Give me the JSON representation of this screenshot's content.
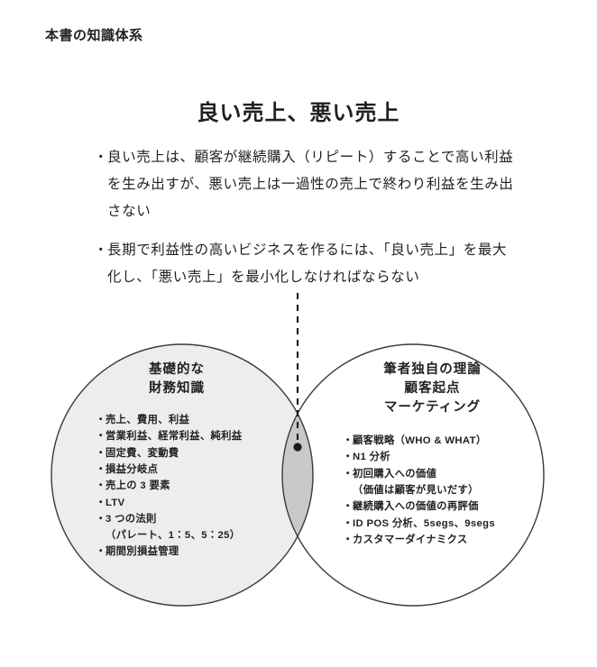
{
  "page": {
    "header": "本書の知識体系",
    "title": "良い売上、悪い売上"
  },
  "intro": {
    "marker": "・",
    "items": [
      "良い売上は、顧客が継続購入（リピート）することで高い利益を生み出すが、悪い売上は一過性の売上で終わり利益を生み出さない",
      "長期で利益性の高いビジネスを作るには、「良い売上」を最大化し、「悪い売上」を最小化しなければならない"
    ]
  },
  "venn": {
    "marker": "・",
    "colors": {
      "stroke": "#3a3a3a",
      "left_fill": "#ededed",
      "right_fill": "#ffffff",
      "overlap_fill": "#c9c9c9",
      "dot": "#1a1a1a",
      "dashed_line": "#1a1a1a"
    },
    "left": {
      "heading_lines": [
        "基礎的な",
        "財務知識"
      ],
      "items": [
        {
          "text": "売上、費用、利益",
          "sub": false
        },
        {
          "text": "営業利益、経常利益、純利益",
          "sub": false
        },
        {
          "text": "固定費、変動費",
          "sub": false
        },
        {
          "text": "損益分岐点",
          "sub": false
        },
        {
          "text": "売上の 3 要素",
          "sub": false
        },
        {
          "text": "LTV",
          "sub": false
        },
        {
          "text": "3 つの法則",
          "sub": false
        },
        {
          "text": "（パレート、1：5、5：25）",
          "sub": true
        },
        {
          "text": "期間別損益管理",
          "sub": false
        }
      ]
    },
    "right": {
      "heading_lines": [
        "筆者独自の理論",
        "顧客起点",
        "マーケティング"
      ],
      "items": [
        {
          "text": "顧客戦略（WHO & WHAT）",
          "sub": false
        },
        {
          "text": "N1 分析",
          "sub": false
        },
        {
          "text": "初回購入への価値",
          "sub": false
        },
        {
          "text": "（価値は顧客が見いだす）",
          "sub": true
        },
        {
          "text": "継続購入への価値の再評価",
          "sub": false
        },
        {
          "text": "ID POS 分析、5segs、9segs",
          "sub": false
        },
        {
          "text": "カスタマーダイナミクス",
          "sub": false
        }
      ]
    }
  }
}
